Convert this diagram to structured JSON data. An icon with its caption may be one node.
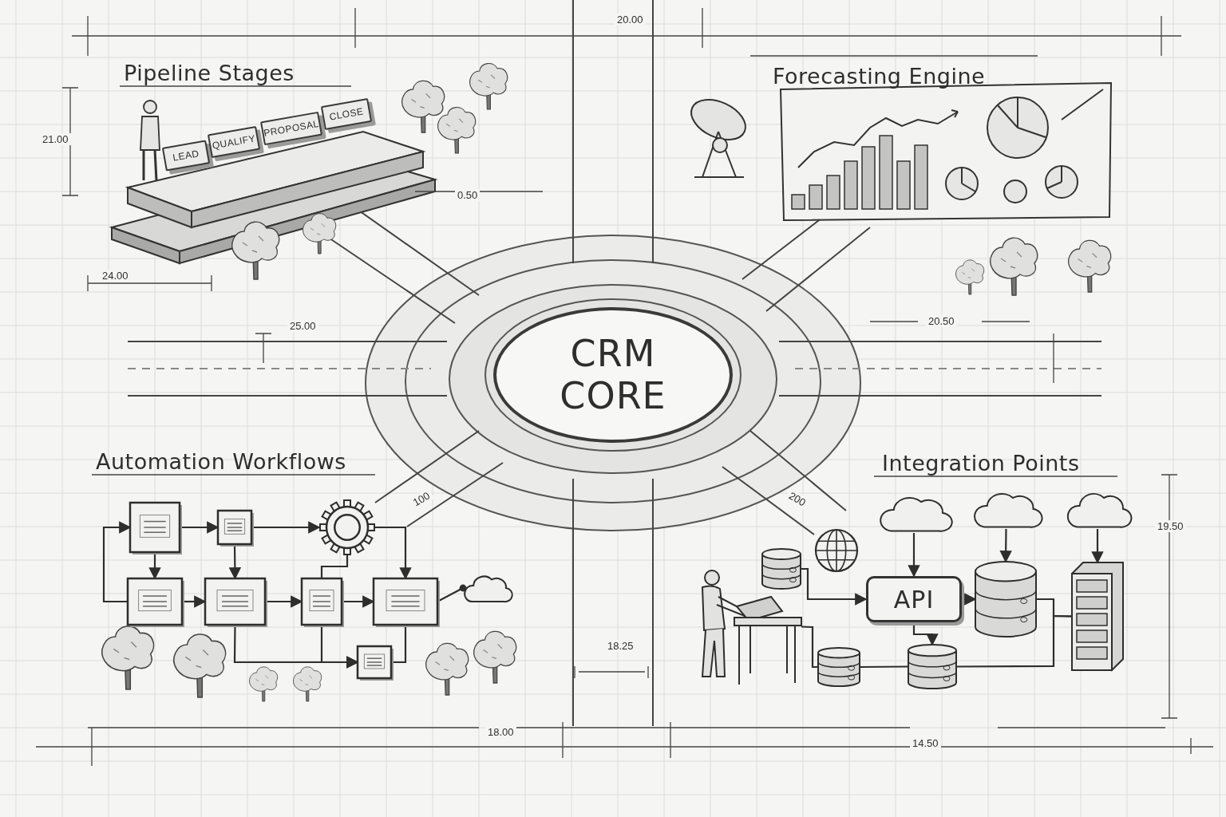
{
  "diagram": {
    "nodes": [
      {
        "text": [
          "CRM CORE"
        ]
      },
      {
        "text": [
          "LEAD"
        ]
      },
      {
        "text": [
          "QUALIFY"
        ]
      },
      {
        "text": [
          "PROPOSAL"
        ]
      },
      {
        "text": [
          "CLOSE"
        ]
      },
      {
        "text": [],
        "shape": "box"
      },
      {
        "text": [],
        "shape": "box"
      },
      {
        "text": [],
        "shape": "picture"
      },
      {
        "text": [],
        "shape": "box"
      },
      {
        "text": [],
        "shape": "box"
      },
      {
        "text": [],
        "shape": "box"
      },
      {
        "text": [],
        "shape": "box"
      },
      {
        "text": [],
        "shape": "cloud"
      },
      {
        "text": [],
        "shape": "box"
      },
      {
        "text": [],
        "shape": "cloud"
      },
      {
        "text": [],
        "shape": "cloud"
      },
      {
        "text": [],
        "shape": "cloud"
      },
      {
        "text": [],
        "shape": "picture"
      },
      {
        "text": [],
        "shape": "cylinder"
      },
      {
        "text": [],
        "shape": "picture"
      },
      {
        "text": [
          "API"
        ]
      },
      {
        "text": [],
        "shape": "cylinder"
      },
      {
        "text": [],
        "shape": "box"
      },
      {
        "text": [],
        "shape": "cylinder"
      },
      {
        "text": [],
        "shape": "cylinder"
      }
    ],
    "edges": [
      {
        "from": 5,
        "to": 6,
        "arrow": "to"
      },
      {
        "from": 6,
        "to": 7,
        "arrow": "to"
      },
      {
        "from": 5,
        "to": 8,
        "arrow": "to"
      },
      {
        "from": 6,
        "to": 9,
        "arrow": "to"
      },
      {
        "from": 7,
        "to": 11,
        "arrow": "to"
      },
      {
        "from": 8,
        "to": 9,
        "arrow": "to"
      },
      {
        "from": 9,
        "to": 10,
        "arrow": "to"
      },
      {
        "from": 10,
        "to": 11,
        "arrow": "to"
      },
      {
        "from": 11,
        "to": 12,
        "arrow": "other"
      },
      {
        "from": 10,
        "to": 7,
        "arrow": "none"
      },
      {
        "from": 8,
        "to": 5,
        "arrow": "to"
      },
      {
        "from": 9,
        "to": 13,
        "arrow": "to"
      },
      {
        "from": 10,
        "to": 13,
        "arrow": "to"
      },
      {
        "from": 11,
        "to": 13,
        "arrow": "none"
      },
      {
        "from": 14,
        "to": 20,
        "arrow": "to"
      },
      {
        "from": 15,
        "to": 21,
        "arrow": "to"
      },
      {
        "from": 16,
        "to": 22,
        "arrow": "to"
      },
      {
        "from": 18,
        "to": 20,
        "arrow": "to"
      },
      {
        "from": 20,
        "to": 21,
        "arrow": "to"
      },
      {
        "from": 20,
        "to": 24,
        "arrow": "to"
      },
      {
        "from": 17,
        "to": 23,
        "arrow": "none"
      },
      {
        "from": 23,
        "to": 24,
        "arrow": "none"
      },
      {
        "from": 24,
        "to": 22,
        "arrow": "none"
      },
      {
        "from": 21,
        "to": 22,
        "arrow": "none"
      }
    ],
    "labels": [
      "20.00",
      "Pipeline Stages",
      "Forecasting Engine",
      "21.00",
      "0.50",
      "24.00",
      "25.00",
      "20.50",
      "Automation Workflows",
      "Integration Points",
      "100",
      "200",
      "19.50",
      "18.25",
      "18.00",
      "14.50"
    ]
  }
}
